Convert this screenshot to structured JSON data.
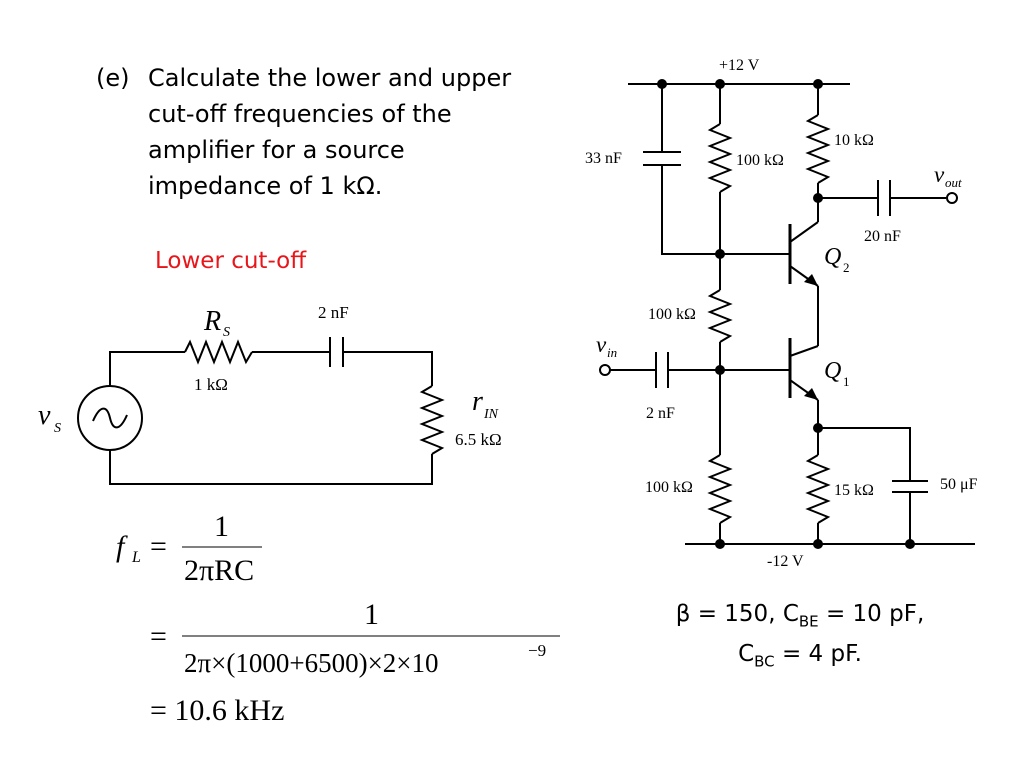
{
  "question": {
    "label": "(e)",
    "lines": [
      "Calculate the lower and upper",
      "cut-off frequencies of the",
      "amplifier for a source",
      "impedance of 1 kΩ."
    ]
  },
  "lower_cutoff_title": "Lower cut-off",
  "equivalent_circuit": {
    "source_symbol": "v",
    "source_sub": "S",
    "rs_symbol": "R",
    "rs_sub": "S",
    "rs_value": "1 kΩ",
    "cap_value": "2 nF",
    "rin_symbol": "r",
    "rin_sub": "IN",
    "rin_value": "6.5 kΩ"
  },
  "equations": {
    "fl_symbol": "f",
    "fl_sub": "L",
    "eq1_num": "1",
    "eq1_den": "2πRC",
    "eq2_num": "1",
    "eq2_den": "2π×(1000+6500)×2×10",
    "eq2_exp": "−9",
    "eq3": "= 10.6 kHz"
  },
  "amplifier": {
    "supply_pos": "+12 V",
    "supply_neg": "-12 V",
    "c1": "33 nF",
    "r1": "100 kΩ",
    "r_collector": "10 kΩ",
    "out_symbol": "v",
    "out_sub": "out",
    "c_out": "20 nF",
    "q2": "Q",
    "q2_sub": "2",
    "r_mid": "100 kΩ",
    "in_symbol": "v",
    "in_sub": "in",
    "c_in": "2 nF",
    "q1": "Q",
    "q1_sub": "1",
    "r_bottom": "100 kΩ",
    "r_emitter": "15 kΩ",
    "c_emitter": "50 μF"
  },
  "params": {
    "beta": "β = 150, C",
    "cbe_sub": "BE",
    "cbe_val": " = 10 pF,",
    "cbc_pre": "C",
    "cbc_sub": "BC",
    "cbc_val": " = 4 pF."
  }
}
